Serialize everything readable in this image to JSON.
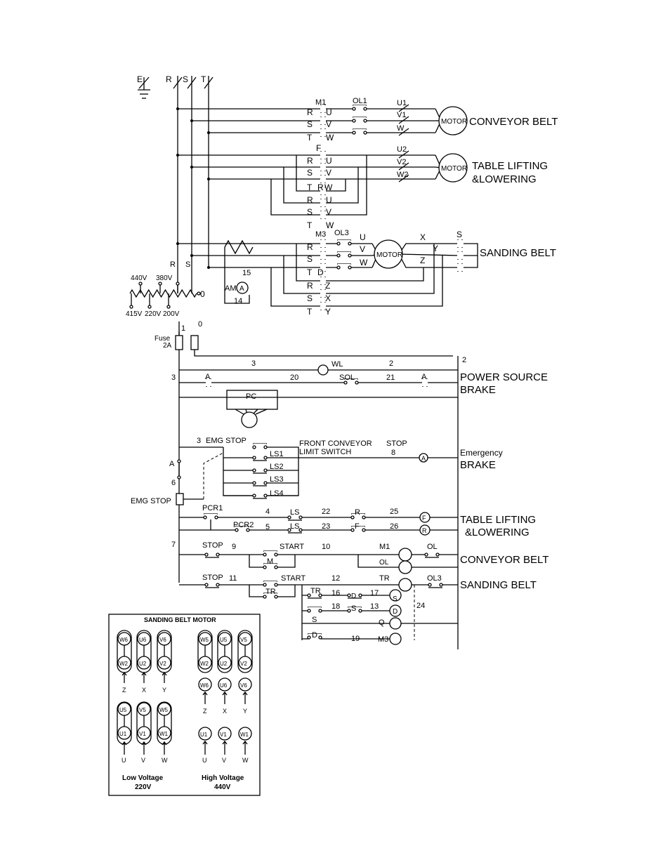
{
  "supply": {
    "E": "E",
    "R": "R",
    "S": "S",
    "T": "T"
  },
  "conveyor": {
    "contactor": "M1",
    "overload": "OL1",
    "in": [
      "R",
      "S",
      "T"
    ],
    "out": [
      "U",
      "V",
      "W"
    ],
    "leads": [
      "U1",
      "V1",
      "W"
    ],
    "motor": "MOTOR",
    "label": "CONVEYOR BELT"
  },
  "table": {
    "contactor_f": "F",
    "contactor_r": "R",
    "in": [
      "R",
      "S",
      "T",
      "R",
      "S",
      "T"
    ],
    "out": [
      "U",
      "V",
      "W",
      "U",
      "V",
      "W"
    ],
    "leads": [
      "U2",
      "V2",
      "W2"
    ],
    "motor": "MOTOR",
    "label1": "TABLE LIFTING",
    "label2": "&LOWERING"
  },
  "sanding": {
    "contactor": "M3",
    "overload": "OL3",
    "in": [
      "R",
      "S",
      "T",
      "R",
      "S",
      "T"
    ],
    "out": [
      "U",
      "V",
      "W"
    ],
    "ctr": [
      "D",
      "Z",
      "X",
      "Y"
    ],
    "motor": "MOTOR",
    "x": "X",
    "y": "Y",
    "z": "Z",
    "star": "S",
    "label": "SANDING BELT",
    "am": "AM",
    "am_symbol": "A",
    "n15": "15",
    "n14": "14"
  },
  "transformer": {
    "taps_top": [
      "440V",
      "380V"
    ],
    "taps_bottom": [
      "415V",
      "220V",
      "200V"
    ],
    "r": "R",
    "s": "S",
    "zero": "0"
  },
  "control": {
    "n1": "1",
    "n0": "0",
    "fuse": "Fuse",
    "fuse_rating": "2A",
    "n2": "2",
    "power": {
      "n3": "3",
      "lamp": "WL",
      "n2": "2",
      "label1": "POWER SOURCE",
      "label2": "BRAKE"
    },
    "brake": {
      "n3": "3",
      "a1": "A",
      "n20": "20",
      "sol": "SOL",
      "n21": "21",
      "a2": "A"
    },
    "pc": "PC",
    "emg": {
      "n3": "3",
      "emg_stop": "EMG STOP",
      "front": "FRONT CONVEYOR",
      "limit": "LIMIT SWITCH",
      "stop": "STOP",
      "n8": "8",
      "coil": "A",
      "ls": [
        "LS1",
        "LS2",
        "LS3",
        "LS4"
      ],
      "label1": "Emergency",
      "label2": "BRAKE",
      "a": "A",
      "n6": "6",
      "emg_stop2": "EMG STOP"
    },
    "table": {
      "pcr1": "PCR1",
      "pcr2": "PCR2",
      "n4": "4",
      "n5": "5",
      "ls1": "LS",
      "ls2": "LS",
      "n22": "22",
      "n23": "23",
      "r": "R",
      "f": "F",
      "n25": "25",
      "n26": "26",
      "coil_f": "F",
      "coil_r": "R",
      "label1": "TABLE LIFTING",
      "label2": "&LOWERING"
    },
    "conveyor": {
      "n7": "7",
      "stop": "STOP",
      "n9": "9",
      "start": "START",
      "n10": "10",
      "m1": "M1",
      "ol": "OL",
      "m": "M",
      "ol_coil": "OL",
      "label": "CONVEYOR BELT"
    },
    "sanding": {
      "stop": "STOP",
      "n11": "11",
      "start": "START",
      "n12": "12",
      "tr": "TR",
      "ol3": "OL3",
      "tr_contact": "TR",
      "label": "SANDING BELT",
      "tr2": "TR",
      "n16": "16",
      "d": "D",
      "n17": "17",
      "coil_s": "S",
      "n18": "18",
      "s": "S",
      "n13": "13",
      "coil_d": "D",
      "n24": "24",
      "q": "Q",
      "s_contact": "S",
      "d_contact": "D",
      "n19": "19",
      "m3": "M3"
    }
  },
  "motor_box": {
    "title": "SANDING BELT MOTOR",
    "low": {
      "top": [
        [
          "W6",
          "W2"
        ],
        [
          "U6",
          "U2"
        ],
        [
          "V6",
          "V2"
        ]
      ],
      "top_leads": [
        "Z",
        "X",
        "Y"
      ],
      "bottom": [
        [
          "U5",
          "U1"
        ],
        [
          "V5",
          "V1"
        ],
        [
          "W5",
          "W1"
        ]
      ],
      "bottom_leads": [
        "U",
        "V",
        "W"
      ],
      "label": "Low Voltage",
      "voltage": "220V"
    },
    "high": {
      "pairs": [
        [
          "W5",
          "W2"
        ],
        [
          "U5",
          "U2"
        ],
        [
          "V5",
          "V2"
        ]
      ],
      "mid": [
        "W6",
        "U6",
        "V6"
      ],
      "mid_leads": [
        "Z",
        "X",
        "Y"
      ],
      "bottom": [
        "U1",
        "V1",
        "W1"
      ],
      "bottom_leads": [
        "U",
        "V",
        "W"
      ],
      "label": "High Voltage",
      "voltage": "440V"
    }
  }
}
